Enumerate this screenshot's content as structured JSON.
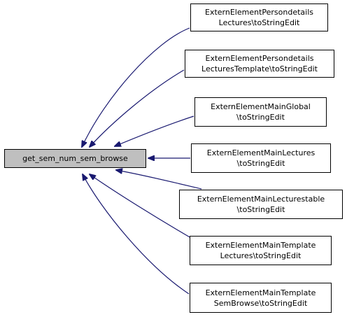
{
  "graph": {
    "root": {
      "label": "get_sem_num_sem_browse",
      "fill": "#bfbfbf"
    },
    "callers": [
      {
        "line1": "ExternElementPersondetails",
        "line2": "Lectures\\toStringEdit"
      },
      {
        "line1": "ExternElementPersondetails",
        "line2": "LecturesTemplate\\toStringEdit"
      },
      {
        "line1": "ExternElementMainGlobal",
        "line2": "\\toStringEdit"
      },
      {
        "line1": "ExternElementMainLectures",
        "line2": "\\toStringEdit"
      },
      {
        "line1": "ExternElementMainLecturestable",
        "line2": "\\toStringEdit"
      },
      {
        "line1": "ExternElementMainTemplate",
        "line2": "Lectures\\toStringEdit"
      },
      {
        "line1": "ExternElementMainTemplate",
        "line2": "SemBrowse\\toStringEdit"
      }
    ],
    "edge_color": "#191970"
  }
}
